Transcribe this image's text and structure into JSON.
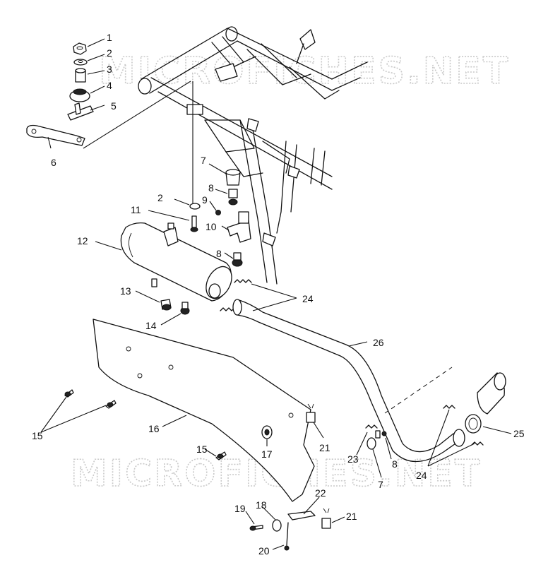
{
  "watermark": {
    "top": "MICROFICHES.NET",
    "bottom": "MICROFICHES.NET"
  },
  "callouts": [
    "1",
    "2",
    "3",
    "4",
    "5",
    "6",
    "7",
    "2",
    "8",
    "9",
    "10",
    "11",
    "12",
    "8",
    "13",
    "14",
    "24",
    "26",
    "15",
    "16",
    "15",
    "17",
    "21",
    "23",
    "8",
    "7",
    "24",
    "25",
    "18",
    "22",
    "19",
    "21",
    "20"
  ]
}
